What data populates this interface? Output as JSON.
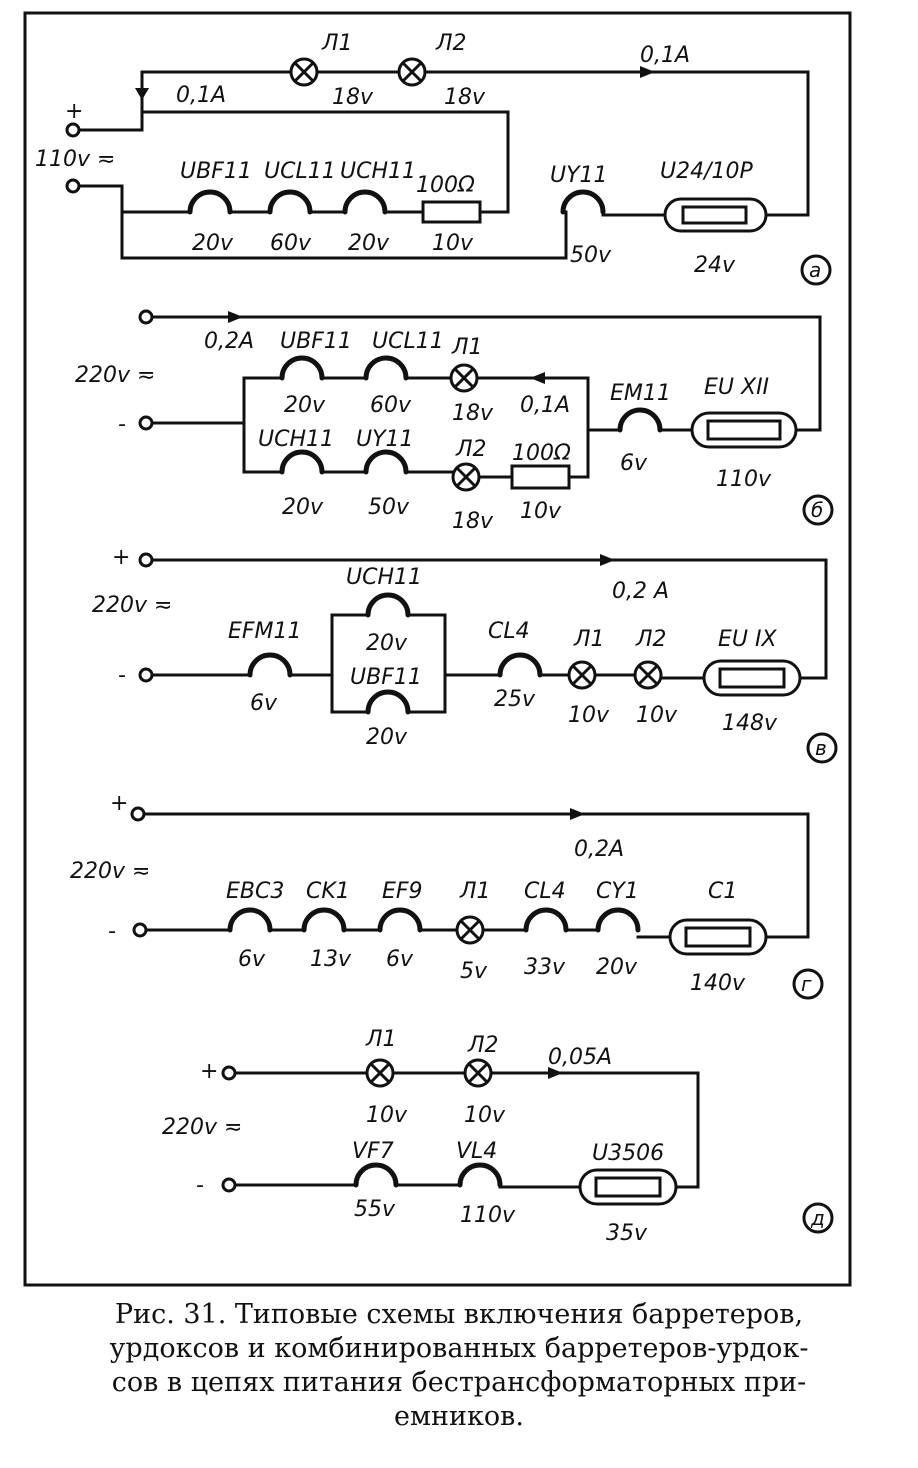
{
  "panels": {
    "a": {
      "tag": "а",
      "supply": {
        "voltage": "110v ≂",
        "plus": "+"
      },
      "lamp1": {
        "name": "Л1",
        "voltage": "18v"
      },
      "lamp2": {
        "name": "Л2",
        "voltage": "18v"
      },
      "current_top": "0,1A",
      "current_branch": "0,1A",
      "tubes": [
        {
          "name": "UBF11",
          "voltage": "20v"
        },
        {
          "name": "UCL11",
          "voltage": "60v"
        },
        {
          "name": "UCH11",
          "voltage": "20v"
        }
      ],
      "resistor": {
        "value": "100Ω",
        "voltage": "10v"
      },
      "rectifier": {
        "name": "UY11",
        "voltage": "50v"
      },
      "barretter": {
        "name": "U24/10P",
        "voltage": "24v"
      }
    },
    "b": {
      "tag": "б",
      "supply": {
        "voltage": "220v ≂",
        "minus": "-"
      },
      "current_main": "0,2A",
      "row1": [
        {
          "name": "UBF11",
          "voltage": "20v"
        },
        {
          "name": "UCL11",
          "voltage": "60v"
        }
      ],
      "row2": [
        {
          "name": "UCH11",
          "voltage": "20v"
        },
        {
          "name": "UY11",
          "voltage": "50v"
        }
      ],
      "lamp1": {
        "name": "Л1",
        "voltage": "18v"
      },
      "lamp2": {
        "name": "Л2",
        "voltage": "18v"
      },
      "current_branch": "0,1A",
      "resistor": {
        "value": "100Ω",
        "voltage": "10v"
      },
      "tube": {
        "name": "EM11",
        "voltage": "6v"
      },
      "barretter": {
        "name": "EU XII",
        "voltage": "110v"
      }
    },
    "v": {
      "tag": "в",
      "supply": {
        "voltage": "220v ≂",
        "plus": "+",
        "minus": "-"
      },
      "current": "0,2 A",
      "tube1": {
        "name": "EFM11",
        "voltage": "6v"
      },
      "parallel_top": {
        "name": "UCH11",
        "voltage": "20v"
      },
      "parallel_bottom": {
        "name": "UBF11",
        "voltage": "20v"
      },
      "tube2": {
        "name": "CL4",
        "voltage": "25v"
      },
      "lamp1": {
        "name": "Л1",
        "voltage": "10v"
      },
      "lamp2": {
        "name": "Л2",
        "voltage": "10v"
      },
      "barretter": {
        "name": "EU IX",
        "voltage": "148v"
      }
    },
    "g": {
      "tag": "г",
      "supply": {
        "voltage": "220v ≂",
        "plus": "+",
        "minus": "-"
      },
      "current": "0,2A",
      "chain": [
        {
          "name": "EBC3",
          "voltage": "6v"
        },
        {
          "name": "CK1",
          "voltage": "13v"
        },
        {
          "name": "EF9",
          "voltage": "6v"
        },
        {
          "name": "Л1",
          "voltage": "5v"
        },
        {
          "name": "CL4",
          "voltage": "33v"
        },
        {
          "name": "CY1",
          "voltage": "20v"
        }
      ],
      "barretter": {
        "name": "C1",
        "voltage": "140v"
      }
    },
    "d": {
      "tag": "д",
      "supply": {
        "voltage": "220v ≂",
        "plus": "+",
        "minus": "-"
      },
      "current": "0,05A",
      "lamp1": {
        "name": "Л1",
        "voltage": "10v"
      },
      "lamp2": {
        "name": "Л2",
        "voltage": "10v"
      },
      "tube1": {
        "name": "VF7",
        "voltage": "55v"
      },
      "tube2": {
        "name": "VL4",
        "voltage": "110v"
      },
      "barretter": {
        "name": "U3506",
        "voltage": "35v"
      }
    }
  },
  "caption": {
    "line1": "Рис. 31. Типовые схемы включения барретеров,",
    "line2": "урдоксов и комбинированных барретеров-урдок-",
    "line3": "сов в цепях питания бестрансформаторных при-",
    "line4": "емников."
  }
}
